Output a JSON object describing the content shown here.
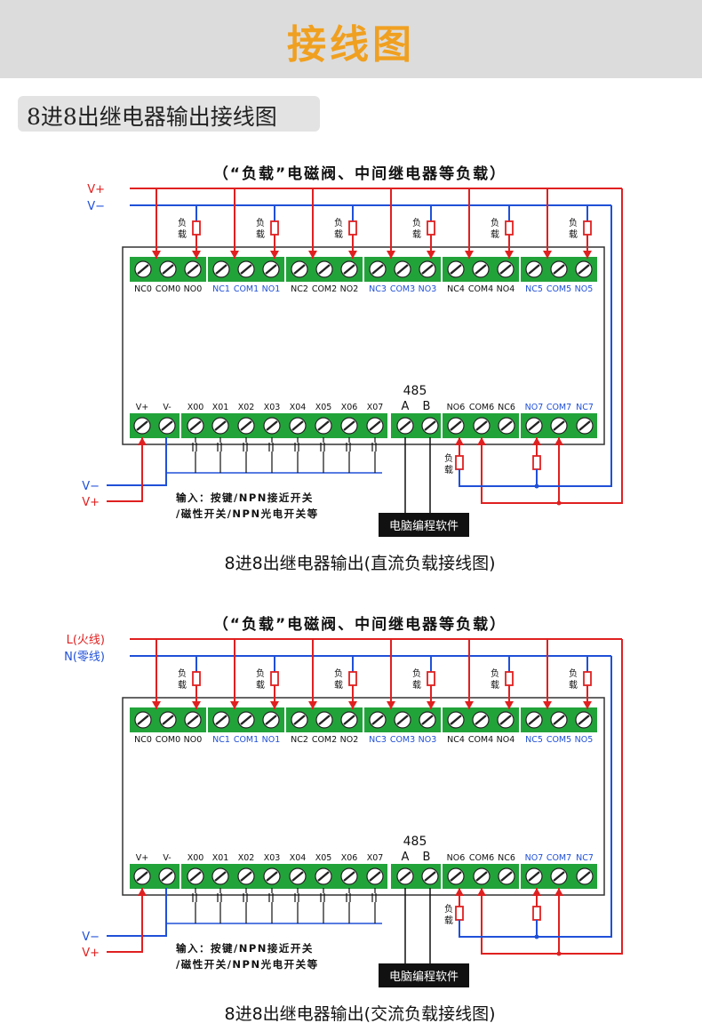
{
  "header": {
    "title": "接线图"
  },
  "section": {
    "title": "8进8出继电器输出接线图"
  },
  "colors": {
    "red": "#e02020",
    "blue": "#2050d8",
    "green": "#22a33a",
    "accent": "#f0a020"
  },
  "diagram1": {
    "load_note": "（“负载”电磁阀、中间继电器等负载）",
    "rail_pos": "V+",
    "rail_neg": "V−",
    "load_label": "负载",
    "relay_labels": [
      "NC0",
      "COM0",
      "NO0",
      "NC1",
      "COM1",
      "NO1",
      "NC2",
      "COM2",
      "NO2",
      "NC3",
      "COM3",
      "NO3",
      "NC4",
      "COM4",
      "NO4",
      "NC5",
      "COM5",
      "NO5"
    ],
    "input_labels": [
      "V+",
      "V-",
      "X00",
      "X01",
      "X02",
      "X03",
      "X04",
      "X05",
      "X06",
      "X07"
    ],
    "rs485": "485",
    "rs485_a": "A",
    "rs485_b": "B",
    "lower_relay_labels": [
      "NO6",
      "COM6",
      "NC6",
      "NO7",
      "COM7",
      "NC7"
    ],
    "input_in_neg": "V−",
    "input_in_pos": "V+",
    "input_note_1": "输入：按键/NPN接近开关",
    "input_note_2": "/磁性开关/NPN光电开关等",
    "software_box": "电脑编程软件",
    "caption": "8进8出继电器输出(直流负载接线图)"
  },
  "diagram2": {
    "load_note": "（“负载”电磁阀、中间继电器等负载）",
    "rail_pos": "L(火线)",
    "rail_neg": "N(零线)",
    "load_label": "负载",
    "relay_labels": [
      "NC0",
      "COM0",
      "NO0",
      "NC1",
      "COM1",
      "NO1",
      "NC2",
      "COM2",
      "NO2",
      "NC3",
      "COM3",
      "NO3",
      "NC4",
      "COM4",
      "NO4",
      "NC5",
      "COM5",
      "NO5"
    ],
    "input_labels": [
      "V+",
      "V-",
      "X00",
      "X01",
      "X02",
      "X03",
      "X04",
      "X05",
      "X06",
      "X07"
    ],
    "rs485": "485",
    "rs485_a": "A",
    "rs485_b": "B",
    "lower_relay_labels": [
      "NO6",
      "COM6",
      "NC6",
      "NO7",
      "COM7",
      "NC7"
    ],
    "input_in_neg": "V−",
    "input_in_pos": "V+",
    "input_note_1": "输入：按键/NPN接近开关",
    "input_note_2": "/磁性开关/NPN光电开关等",
    "software_box": "电脑编程软件",
    "caption": "8进8出继电器输出(交流负载接线图)"
  }
}
